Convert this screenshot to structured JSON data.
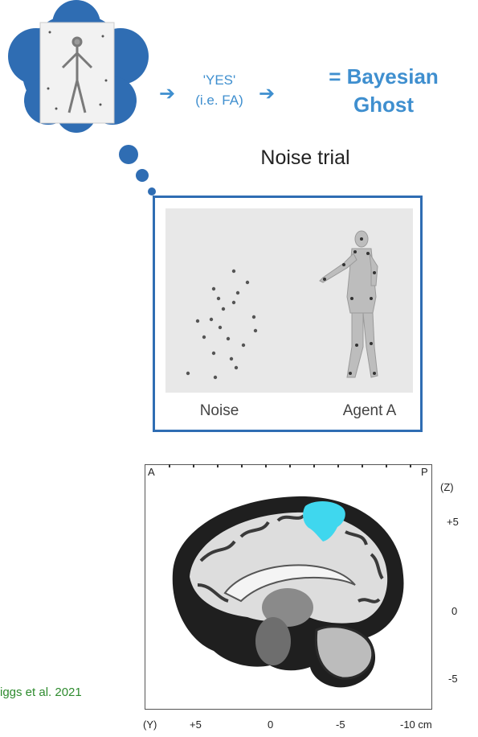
{
  "thought": {
    "arrow1": "➔",
    "yes": "'YES'",
    "fa": "(i.e. FA)",
    "arrow2": "➔",
    "result_line1": "= Bayesian",
    "result_line2": "Ghost"
  },
  "trial": {
    "title": "Noise trial",
    "noise_label": "Noise",
    "agent_label": "Agent A"
  },
  "brain": {
    "corner_a": "A",
    "corner_p": "P",
    "z_axis_label": "(Z)",
    "z_ticks": [
      "+5",
      "0",
      "-5"
    ],
    "y_axis_label": "(Y)",
    "y_ticks": [
      "+5",
      "0",
      "-5",
      "-10 cm"
    ],
    "highlight_color": "#3fd7ee"
  },
  "citation": "iggs et al. 2021",
  "colors": {
    "accent_blue": "#3f8fcf",
    "box_border": "#2f6db3",
    "citation_green": "#2e8b2e"
  }
}
